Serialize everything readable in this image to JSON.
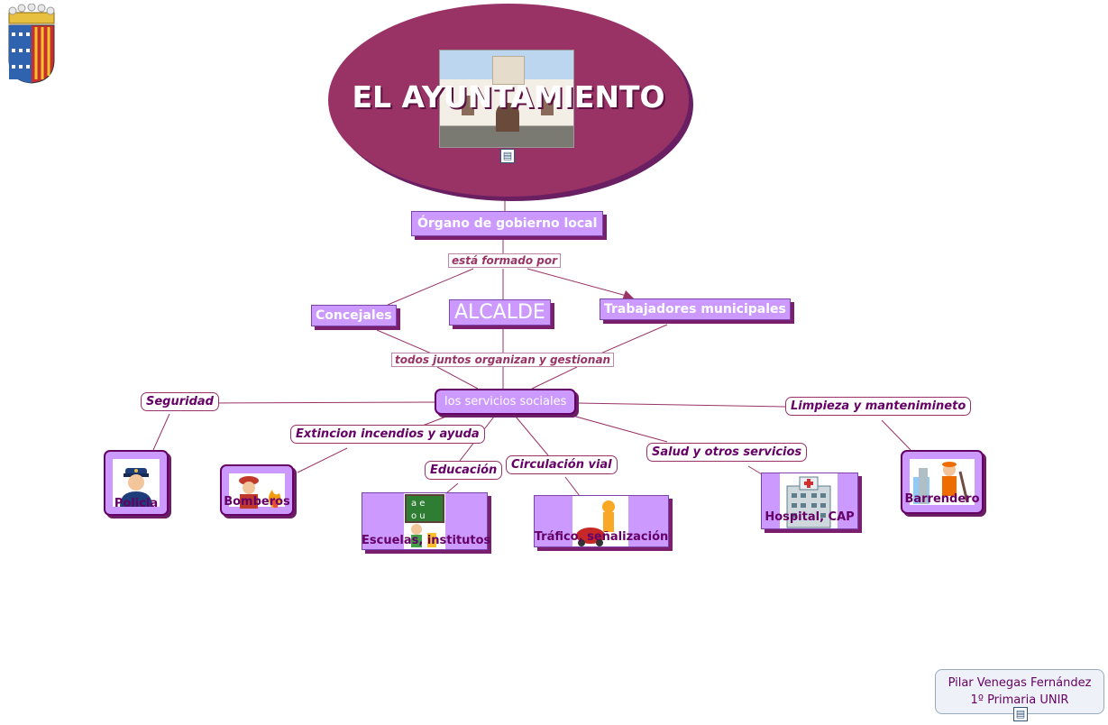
{
  "title": "EL AYUNTAMIENTO",
  "nodes": {
    "organo": "Órgano de gobierno local",
    "link_formado": "está formado por",
    "concejales": "Concejales",
    "alcalde": "ALCALDE",
    "trabajadores": "Trabajadores municipales",
    "link_organizan": "todos juntos organizan y gestionan",
    "servicios": "los servicios sociales"
  },
  "categories": {
    "seguridad": "Seguridad",
    "extincion": "Extincion incendios y ayuda",
    "educacion": "Educación",
    "circulacion": "Circulación vial",
    "salud": "Salud y otros servicios",
    "limpieza": "Limpieza y mantenimineto"
  },
  "cards": {
    "policia": "Policia",
    "bomberos": "Bomberos",
    "escuelas": "Escuelas, institutos",
    "trafico": "Tráfico, señalización",
    "hospital": "Hospital, CAP",
    "barrendero": "Barrendero"
  },
  "author": {
    "name": "Pilar Venegas Fernández",
    "course": "1º Primaria UNIR"
  },
  "colors": {
    "ellipse": "#993366",
    "box": "#cc99ff",
    "shadow": "#7a1f6d",
    "label_text": "#660066",
    "link_text": "#993366"
  },
  "icons": [
    "coat-of-arms-icon",
    "note-icon",
    "police-icon",
    "firefighter-icon",
    "school-icon",
    "traffic-icon",
    "hospital-icon",
    "street-sweeper-icon"
  ]
}
